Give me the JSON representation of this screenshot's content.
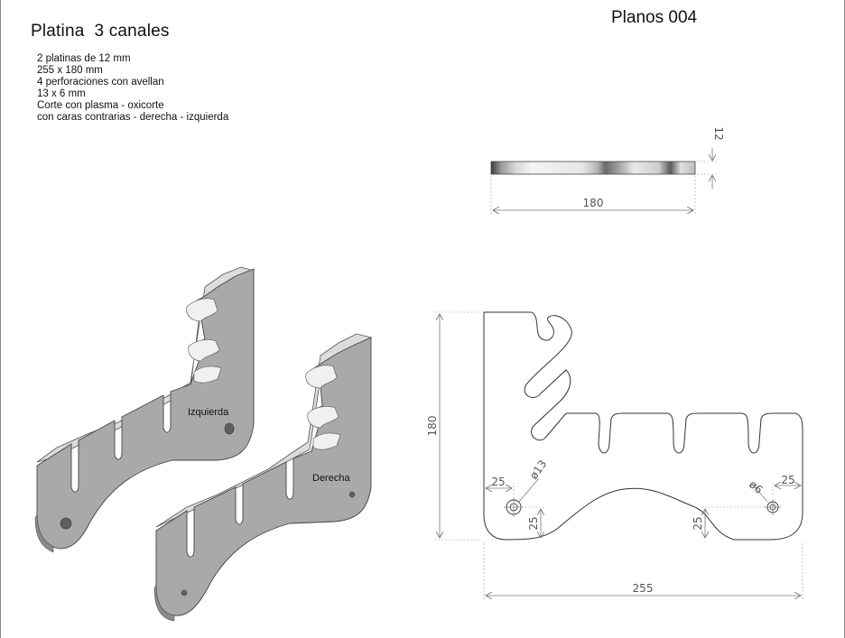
{
  "header": {
    "title": "Platina  3 canales",
    "sheet_code": "Planos 004"
  },
  "notes": [
    "2 platinas de 12 mm",
    "255 x 180 mm",
    "4 perforaciones con avellan",
    "13 x 6 mm",
    "Corte con plasma - oxicorte",
    "con caras contrarias - derecha - izquierda"
  ],
  "iso_labels": {
    "left_part": "Izquierda",
    "right_part": "Derecha"
  },
  "side_view": {
    "thickness": "12",
    "width": "180"
  },
  "front_view": {
    "height": "180",
    "width": "255",
    "hole_large": "ø13",
    "hole_small": "ø6",
    "offset_left_x": "25",
    "offset_left_y": "25",
    "offset_right_x": "25",
    "offset_right_y": "25"
  },
  "colors": {
    "line": "#333333",
    "dim_line": "#777777",
    "face": "#a9a9a9",
    "edge": "#e3e3e3"
  }
}
